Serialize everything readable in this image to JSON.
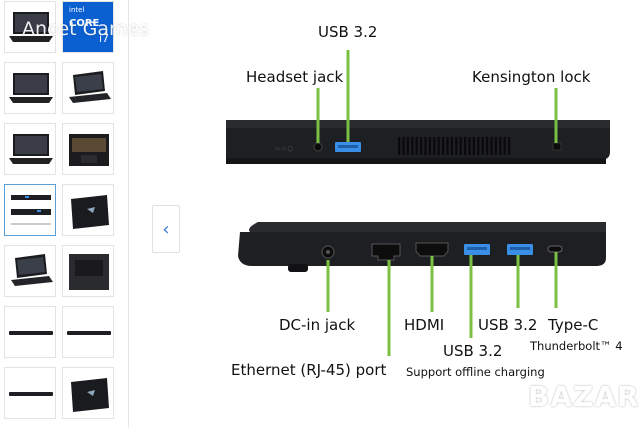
{
  "watermark_top": "Ancet Games",
  "watermark_bottom": "BAZAR",
  "prev_button": "‹",
  "thumbnails": [
    {
      "name": "thumb-intel-core-i7-left",
      "kind": "laptop-open"
    },
    {
      "name": "thumb-intel-badge",
      "kind": "badge",
      "badge_top": "intel",
      "badge_mid": "CORE",
      "badge_sub": "i7"
    },
    {
      "name": "thumb-laptop-front",
      "kind": "laptop-open"
    },
    {
      "name": "thumb-laptop-angle",
      "kind": "laptop-angle"
    },
    {
      "name": "thumb-laptop-open-dark",
      "kind": "laptop-open"
    },
    {
      "name": "thumb-keyboard-top",
      "kind": "keyboard"
    },
    {
      "name": "thumb-ports-diagram",
      "kind": "ports",
      "active": true
    },
    {
      "name": "thumb-laptop-lid-angle",
      "kind": "lid"
    },
    {
      "name": "thumb-laptop-half-open",
      "kind": "laptop-angle"
    },
    {
      "name": "thumb-laptop-bottom",
      "kind": "bottom"
    },
    {
      "name": "thumb-laptop-closed-side",
      "kind": "closed"
    },
    {
      "name": "thumb-laptop-closed-side-2",
      "kind": "closed"
    },
    {
      "name": "thumb-laptop-thin-side",
      "kind": "closed"
    },
    {
      "name": "thumb-laptop-lid-top",
      "kind": "lid"
    }
  ],
  "ports": {
    "usb32_top": "USB 3.2",
    "headset_jack": "Headset jack",
    "kensington_lock": "Kensington lock",
    "dc_in_jack": "DC-in jack",
    "hdmi": "HDMI",
    "usb32_a": "USB 3.2",
    "usb32_b": "USB 3.2",
    "type_c": "Type-C",
    "thunderbolt": "Thunderbolt™ 4",
    "ethernet": "Ethernet (RJ-45) port",
    "offline_charging": "Support offline charging"
  },
  "colors": {
    "callout_line": "#7bc043",
    "usb_blue": "#3a8ee6",
    "chassis": "#1e1f22",
    "active_border": "#5aa0d8"
  }
}
